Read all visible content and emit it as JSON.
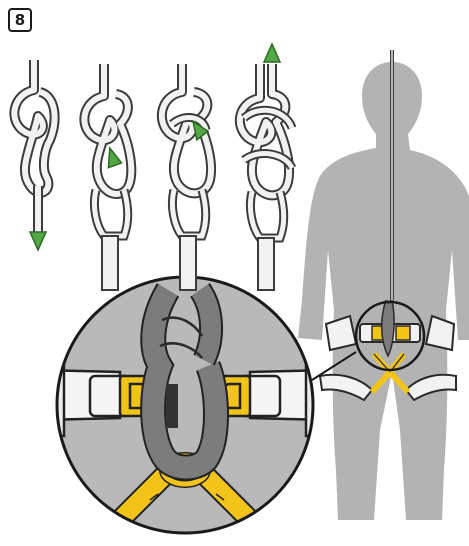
{
  "step": {
    "number": "8"
  },
  "colors": {
    "rope_fill": "#f2f2f2",
    "rope_outline": "#3c3c3c",
    "arrow_green": "#52a845",
    "silhouette": "#b3b3b3",
    "zoom_background": "#b9b9b9",
    "buckle_yellow": "#f2c318",
    "knot_grey": "#7c7c7c",
    "outline_dark": "#222222"
  },
  "knot_steps": [
    {
      "label": "figure-eight-stage-1",
      "arrow": "down"
    },
    {
      "label": "figure-eight-stage-2",
      "arrow": "up-into-loop"
    },
    {
      "label": "figure-eight-stage-3",
      "arrow": "up-into-loop"
    },
    {
      "label": "figure-eight-stage-4",
      "arrow": "up"
    }
  ],
  "icons": [
    "green-arrow-icon",
    "magnifier-callout"
  ]
}
